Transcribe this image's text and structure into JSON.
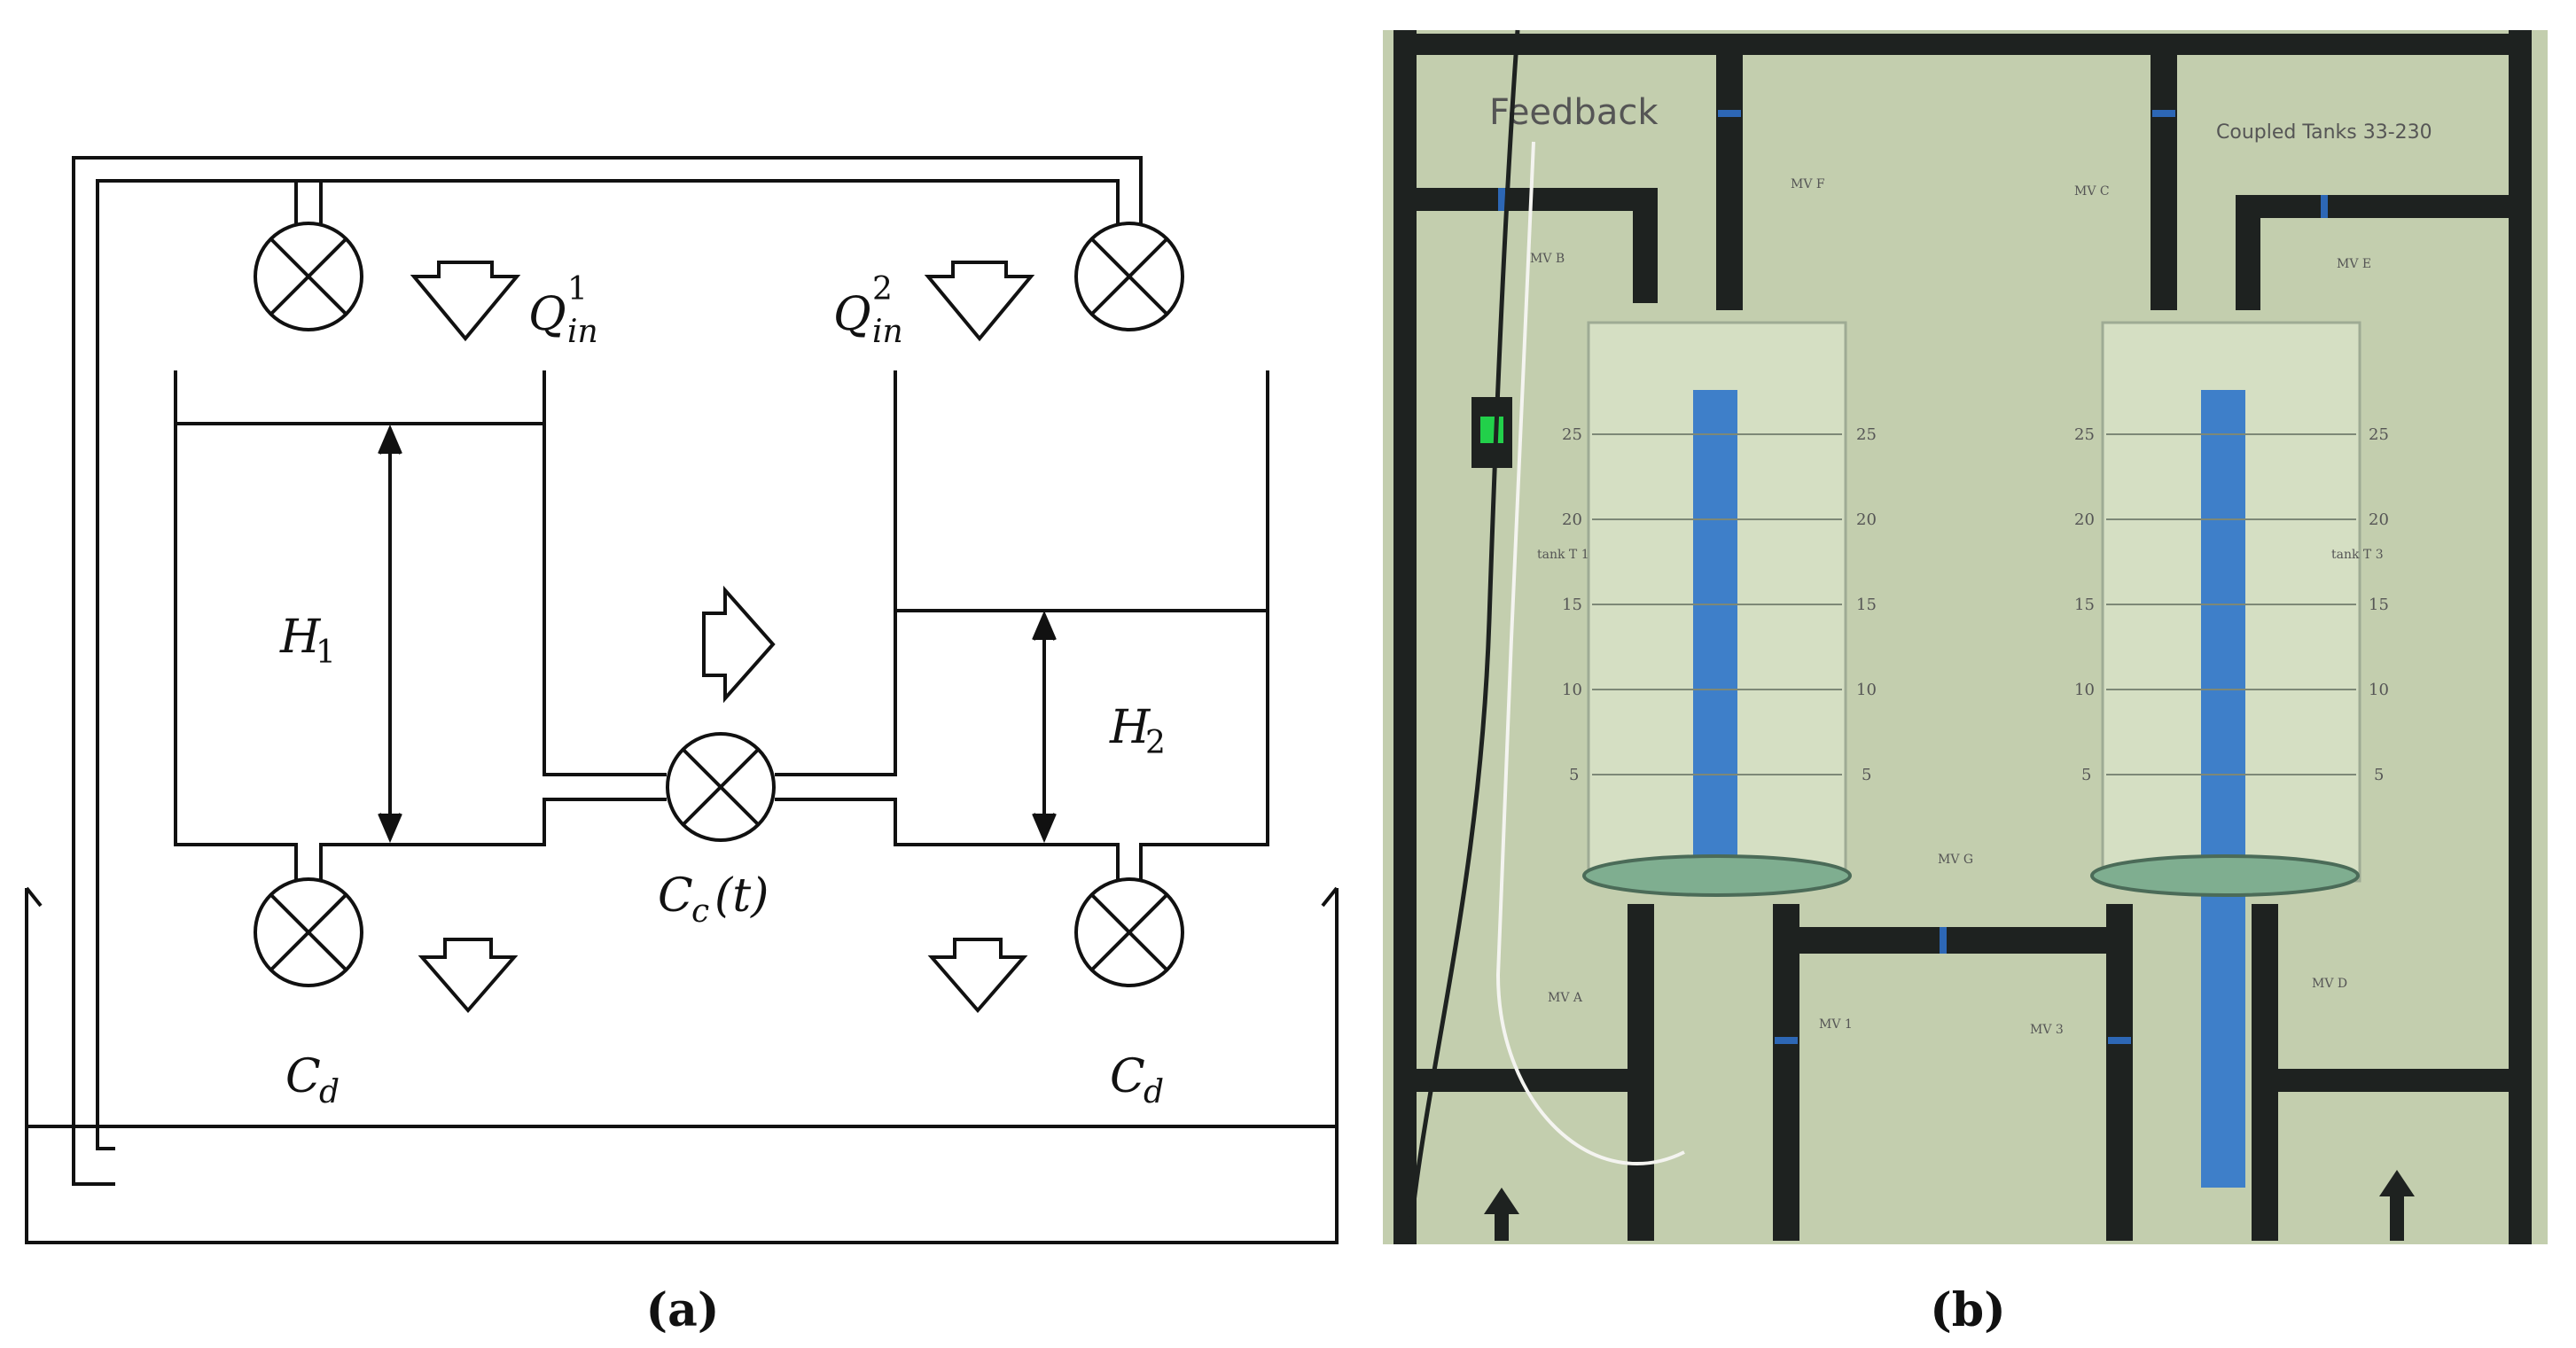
{
  "panel_a": {
    "caption": "(a)",
    "labels": {
      "q_in_1_base": "Q",
      "q_in_1_sup": "1",
      "q_in_1_sub": "in",
      "q_in_2_base": "Q",
      "q_in_2_sup": "2",
      "q_in_2_sub": "in",
      "h1_base": "H",
      "h1_sub": "1",
      "h2_base": "H",
      "h2_sub": "2",
      "cc": "C",
      "cc_sub": "c",
      "cc_arg": "(t)",
      "cd_left": "C",
      "cd_left_sub": "d",
      "cd_right": "C",
      "cd_right_sub": "d"
    }
  },
  "panel_b": {
    "caption": "(b)",
    "brand": "Feedback",
    "model": "Coupled Tanks 33-230",
    "scale_values": [
      "25",
      "20",
      "15",
      "10",
      "5"
    ],
    "valve_labels": {
      "mv_f": "MV F",
      "mv_c": "MV C",
      "mv_b": "MV B",
      "mv_e": "MV E",
      "mv_g": "MV G",
      "mv_a": "MV A",
      "mv_1": "MV 1",
      "mv_3": "MV 3",
      "mv_d": "MV D"
    },
    "tank_labels": {
      "left": "tank T 1",
      "right": "tank T 3"
    },
    "colors": {
      "board": "#c9d4b6",
      "tube": "#3e7fc9",
      "pipe": "#1e2220",
      "indicator": "#22d04a"
    }
  }
}
